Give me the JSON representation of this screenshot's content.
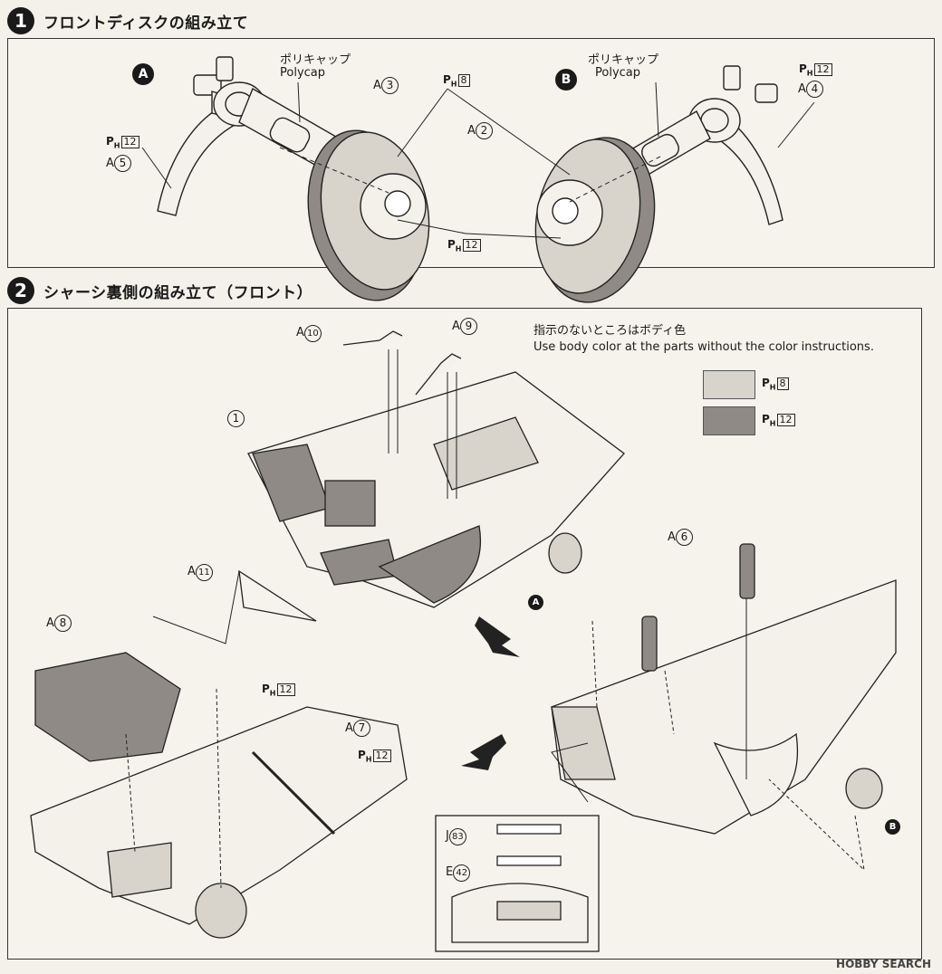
{
  "step1": {
    "number": "1",
    "title": "フロントディスクの組み立て"
  },
  "step2": {
    "number": "2",
    "title": "シャーシ裏側の組み立て（フロント）"
  },
  "markers": {
    "a": "A",
    "b": "B"
  },
  "polycap": {
    "jp": "ポリキャップ",
    "en": "Polycap"
  },
  "part_prefix": {
    "a": "A",
    "j": "J",
    "e": "E"
  },
  "color_prefix": "P",
  "color_sub": "H",
  "colors": {
    "ph8": "8",
    "ph12": "12"
  },
  "parts": {
    "p1": "1",
    "p2": "2",
    "p3": "3",
    "p4": "4",
    "p5": "5",
    "p6": "6",
    "p7": "7",
    "p8": "8",
    "p9": "9",
    "p10": "10",
    "p11": "11",
    "p42": "42",
    "p83": "83"
  },
  "legend": {
    "note_jp": "指示のないところはボディ色",
    "note_en": "Use body color at the parts without the color instructions.",
    "ph8_hex": "#d8d3cb",
    "ph12_hex": "#8f8a85"
  },
  "watermark": "HOBBY SEARCH"
}
